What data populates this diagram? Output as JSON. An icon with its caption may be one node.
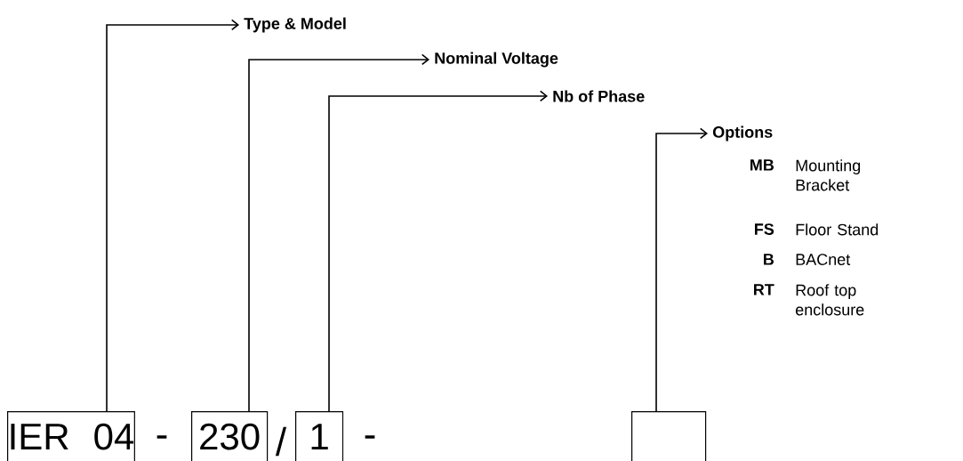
{
  "diagram": {
    "nodes": [
      {
        "text": [
          "IER",
          "04"
        ]
      },
      {
        "text": [
          "230"
        ]
      },
      {
        "text": [
          "1"
        ]
      },
      {
        "text": [],
        "shape": "box"
      },
      {
        "text": [
          "Type & Model"
        ]
      },
      {
        "text": [
          "Nominal Voltage"
        ]
      },
      {
        "text": [
          "Nb of Phase"
        ]
      },
      {
        "text": [
          "Options"
        ]
      }
    ],
    "edges": [
      {
        "from": 0,
        "to": 4,
        "arrow": "to"
      },
      {
        "from": 1,
        "to": 5,
        "arrow": "to"
      },
      {
        "from": 2,
        "to": 6,
        "arrow": "to"
      },
      {
        "from": 3,
        "to": 7,
        "arrow": "to"
      }
    ],
    "labels": [
      "MB",
      "Mounting Bracket",
      "FS",
      "Floor Stand",
      "B",
      "BACnet",
      "RT",
      "Roof top enclosure",
      "-",
      "/",
      "-"
    ]
  }
}
